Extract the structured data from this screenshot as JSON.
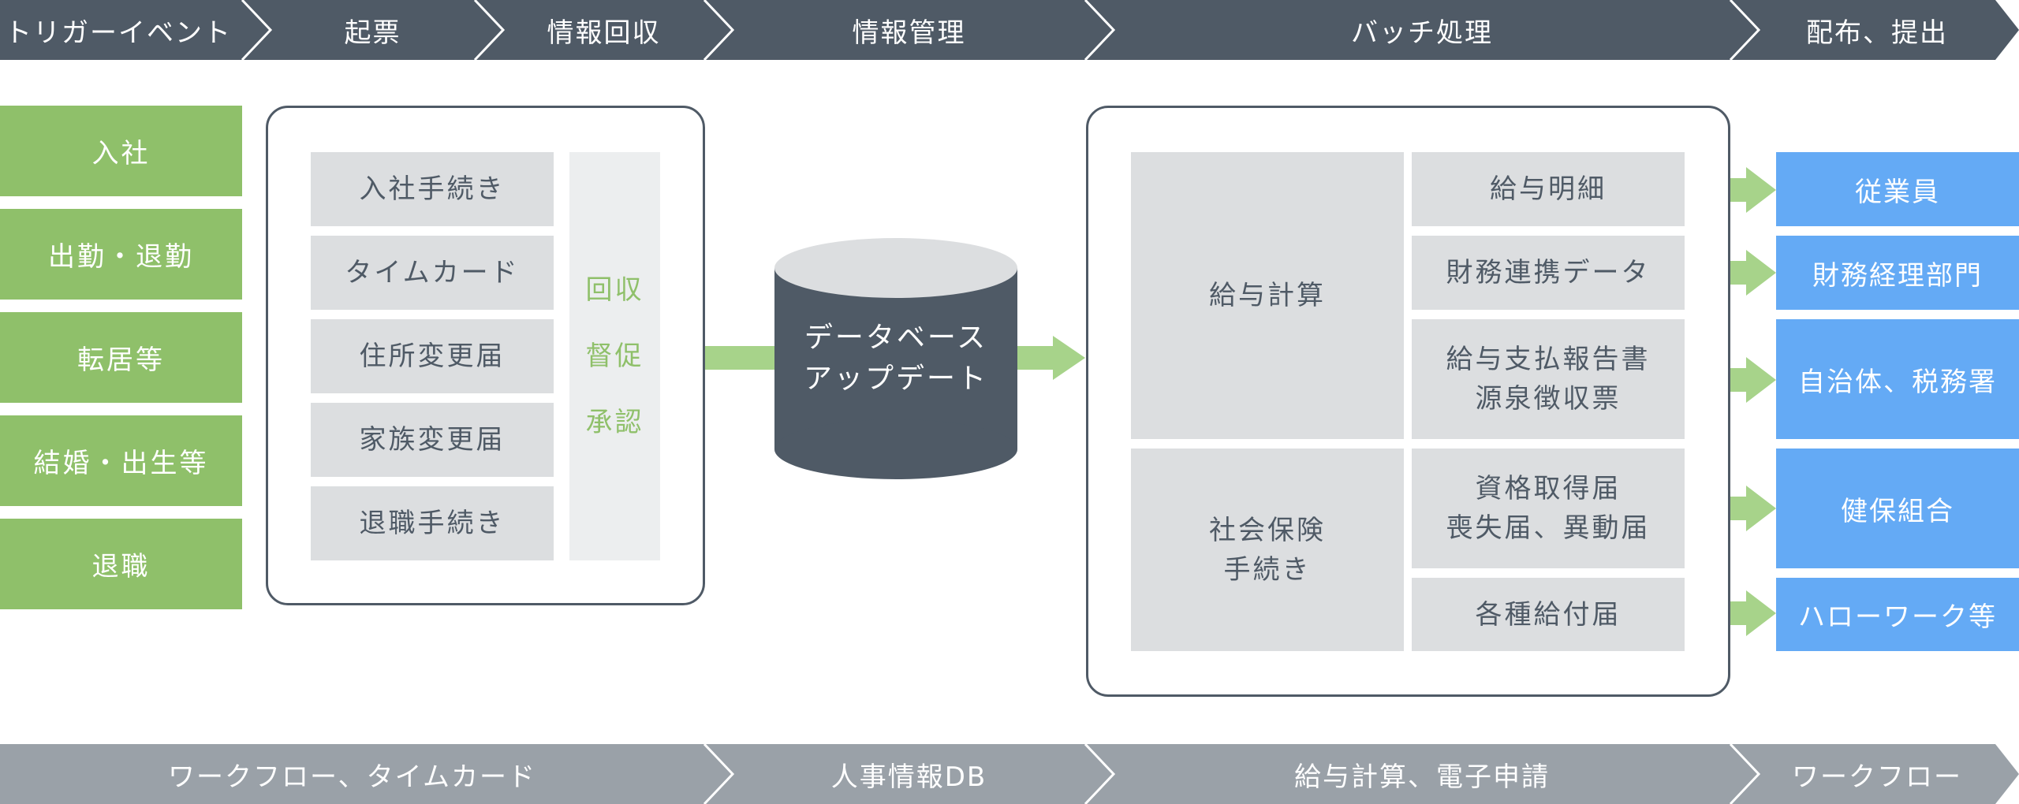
{
  "header_stages": [
    "トリガーイベント",
    "起票",
    "情報回収",
    "情報管理",
    "バッチ処理",
    "配布、提出"
  ],
  "triggers": [
    "入社",
    "出勤・退勤",
    "転居等",
    "結婚・出生等",
    "退職"
  ],
  "forms": [
    "入社手続き",
    "タイムカード",
    "住所変更届",
    "家族変更届",
    "退職手続き"
  ],
  "workflow_steps": [
    "回収",
    "督促",
    "承認"
  ],
  "database": {
    "line1": "データベース",
    "line2": "アップデート"
  },
  "batch_groups": [
    {
      "line1": "給与計算",
      "line2": ""
    },
    {
      "line1": "社会保険",
      "line2": "手続き"
    }
  ],
  "batch_items": [
    {
      "line1": "給与明細",
      "line2": ""
    },
    {
      "line1": "財務連携データ",
      "line2": ""
    },
    {
      "line1": "給与支払報告書",
      "line2": "源泉徴収票"
    },
    {
      "line1": "資格取得届",
      "line2": "喪失届、異動届"
    },
    {
      "line1": "各種給付届",
      "line2": ""
    }
  ],
  "recipients": [
    "従業員",
    "財務経理部門",
    "自治体、税務署",
    "健保組合",
    "ハローワーク等"
  ],
  "footer_tools": [
    "ワークフロー、タイムカード",
    "人事情報DB",
    "給与計算、電子申請",
    "ワークフロー"
  ],
  "colors": {
    "header_band": "#4f5a66",
    "footer_band": "#9aa1a8",
    "trigger_green": "#8fc06a",
    "arrow_green": "#a7d38a",
    "box_gray": "#dcdee0",
    "recipient_blue": "#64aaf5",
    "database_dark": "#4f5a66",
    "database_top": "#dcdee0"
  }
}
